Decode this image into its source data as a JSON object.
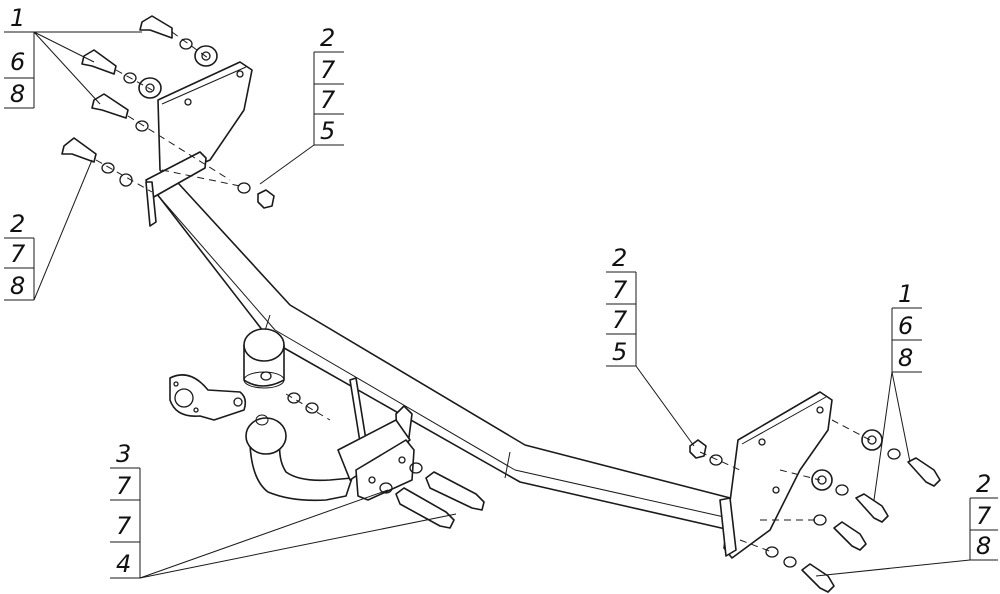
{
  "callouts": {
    "top_left": [
      "1",
      "6",
      "8"
    ],
    "left_middle": [
      "2",
      "7",
      "8"
    ],
    "top_center": [
      "2",
      "7",
      "7",
      "5"
    ],
    "right_middle": [
      "2",
      "7",
      "7",
      "5"
    ],
    "bottom_left": [
      "3",
      "7",
      "7",
      "4"
    ],
    "right_upper": [
      "1",
      "6",
      "8"
    ],
    "bottom_right": [
      "2",
      "7",
      "8"
    ]
  }
}
